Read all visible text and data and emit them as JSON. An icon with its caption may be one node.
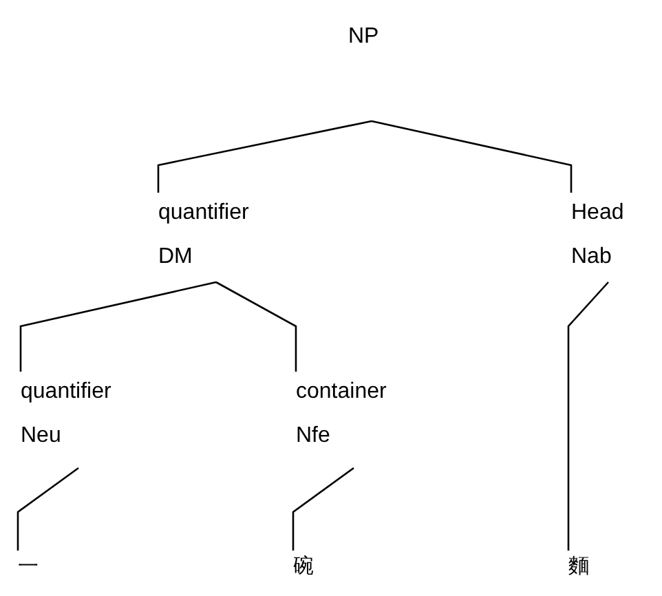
{
  "diagram": {
    "nodes": [
      {
        "text": [
          "NP"
        ]
      },
      {
        "text": [
          "quantifier",
          "DM"
        ]
      },
      {
        "text": [
          "Head",
          "Nab"
        ]
      },
      {
        "text": [
          "quantifier",
          "Neu"
        ]
      },
      {
        "text": [
          "container",
          "Nfe"
        ]
      },
      {
        "text": [
          "一"
        ]
      },
      {
        "text": [
          "碗"
        ]
      },
      {
        "text": [
          "麵"
        ]
      }
    ],
    "edges": [
      {
        "from": 0,
        "to": 1,
        "arrow": "none"
      },
      {
        "from": 0,
        "to": 2,
        "arrow": "none"
      },
      {
        "from": 1,
        "to": 3,
        "arrow": "none"
      },
      {
        "from": 1,
        "to": 4,
        "arrow": "none"
      },
      {
        "from": 3,
        "to": 5,
        "arrow": "none"
      },
      {
        "from": 4,
        "to": 6,
        "arrow": "none"
      },
      {
        "from": 2,
        "to": 7,
        "arrow": "none"
      }
    ]
  }
}
